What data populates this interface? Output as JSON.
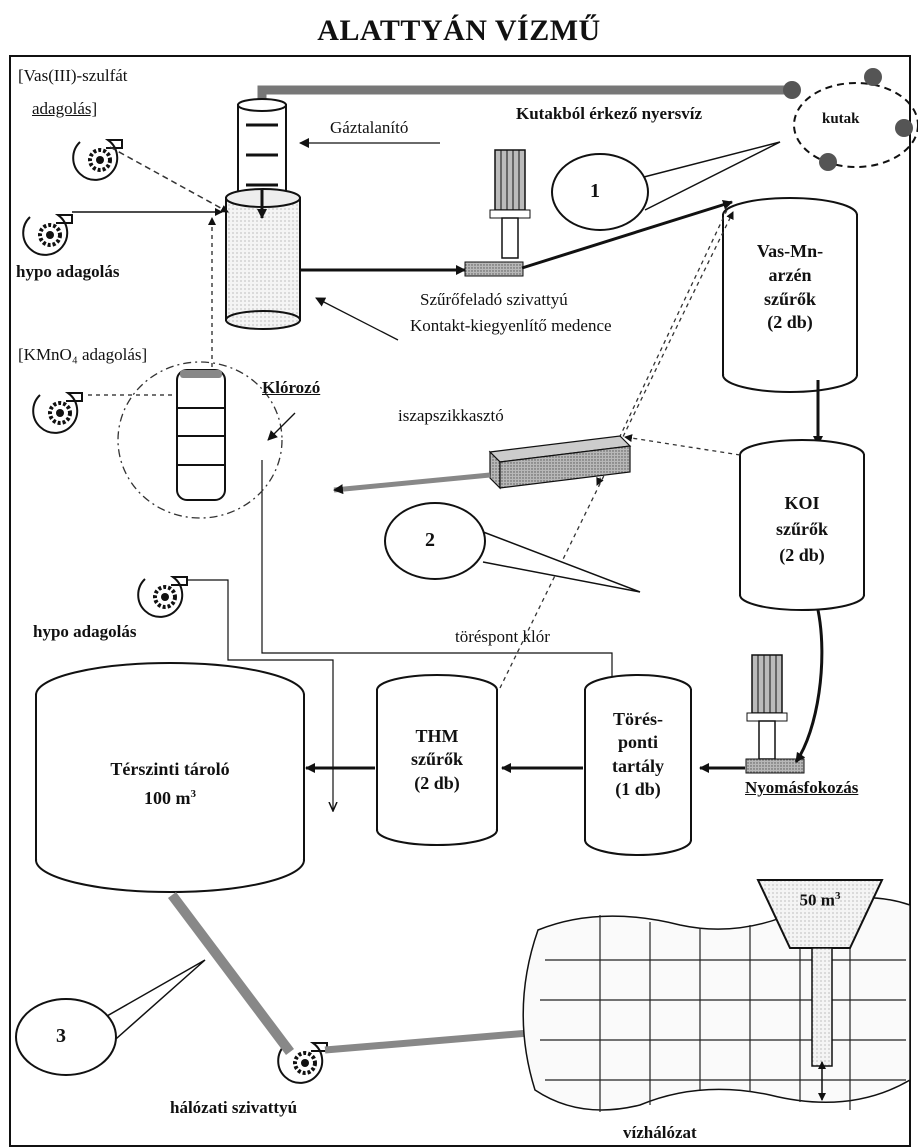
{
  "title": "ALATTYÁN VÍZMŰ",
  "labels": {
    "vas3_line1": "[Vas(III)-szulfát",
    "vas3_line2": "adagolás]",
    "gaztalanito": "Gáztalanító",
    "kutakbol": "Kutakból érkező nyersvíz",
    "kutak": "kutak",
    "hypo1": "hypo adagolás",
    "szurofelado": "Szűrőfeladó szivattyú",
    "kontakt": "Kontakt-kiegyenlítő medence",
    "kmno4": "[KMnO₄ adagolás]",
    "klorozo": "Klórozó",
    "iszap": "iszapszikkasztó",
    "torespont_klor": "töréspont klór",
    "hypo2": "hypo adagolás",
    "nyomasfok": "Nyomásfokozás",
    "halozati": "hálózati szivattyú",
    "vizhalozat": "vízhálózat",
    "callout1": "1",
    "callout2": "2",
    "callout3": "3"
  },
  "tanks": {
    "vasmn": [
      "Vas-Mn-",
      "arzén",
      "szűrők",
      "(2 db)"
    ],
    "koi": [
      "KOI",
      "szűrők",
      "(2 db)"
    ],
    "thm": [
      "THM",
      "szűrők",
      "(2 db)"
    ],
    "tores": [
      "Törés-",
      "ponti",
      "tartály",
      "(1 db)"
    ],
    "terszinti_line1": "Térszinti tároló",
    "terszinti_line2": "100 m",
    "terszinti_sup": "3",
    "elevated": "50 m",
    "elevated_sup": "3"
  }
}
